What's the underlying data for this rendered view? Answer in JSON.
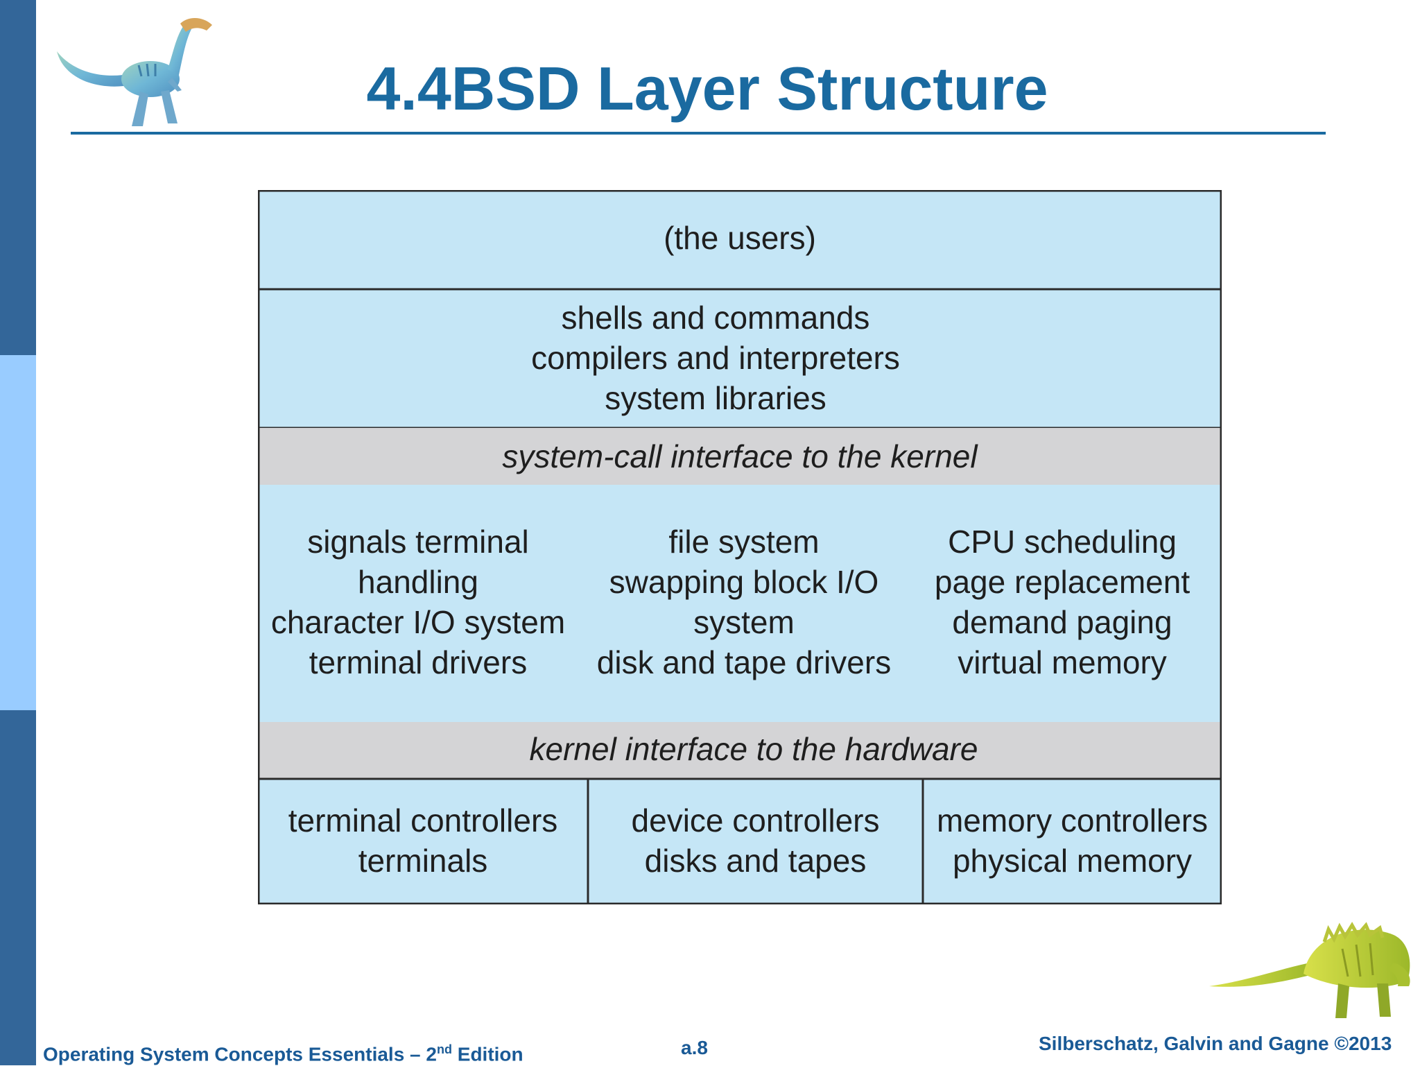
{
  "slide": {
    "title": "4.4BSD Layer Structure"
  },
  "diagram": {
    "users": "(the users)",
    "user_layer": "shells and commands\ncompilers and interpreters\nsystem libraries",
    "syscall_interface": "system-call interface to the kernel",
    "kernel": {
      "left": "signals terminal\nhandling\ncharacter I/O system\nterminal drivers",
      "middle": "file system\nswapping block I/O\nsystem\ndisk and tape drivers",
      "right": "CPU scheduling\npage replacement\ndemand paging\nvirtual memory"
    },
    "hardware_interface": "kernel interface to the hardware",
    "hardware": {
      "left": "terminal controllers\nterminals",
      "middle": "device controllers\ndisks and tapes",
      "right": "memory controllers\nphysical memory"
    }
  },
  "footer": {
    "book_prefix": "Operating System Concepts Essentials – 2",
    "book_sup": "nd",
    "book_suffix": " Edition",
    "page": "a.8",
    "copyright": "Silberschatz, Galvin and Gagne ©2013"
  },
  "colors": {
    "sidebar_dark": "#336699",
    "sidebar_light": "#99ccff",
    "title": "#1a6aa0",
    "layer_fill": "#c5e6f6",
    "interface_fill": "#d4d4d6",
    "footer_text": "#1a5a96"
  },
  "icons": {
    "top_left": "dinosaur-icon",
    "bottom_right": "dinosaur-icon"
  }
}
